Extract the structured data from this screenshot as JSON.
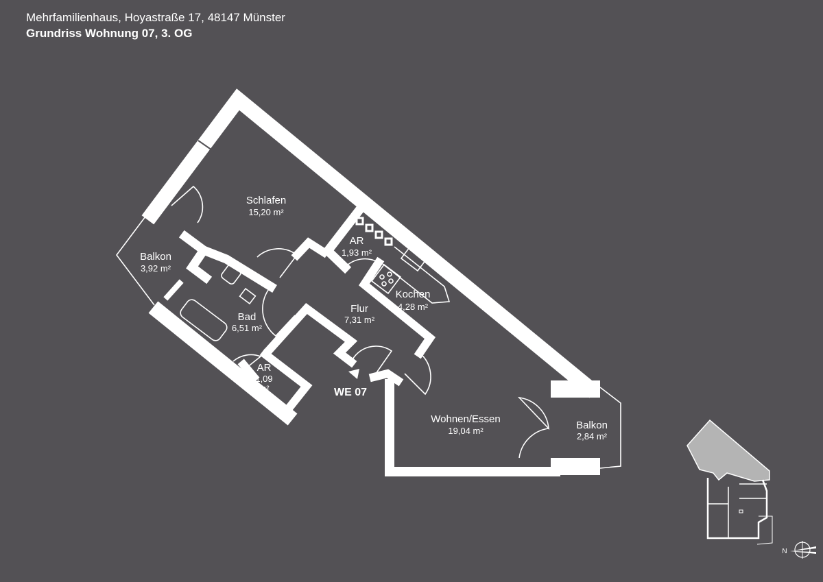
{
  "header": {
    "address": "Mehrfamilienhaus, Hoyastraße 17, 48147 Münster",
    "subtitle": "Grundriss Wohnung 07, 3. OG"
  },
  "rooms": [
    {
      "name": "Schlafen",
      "area": "15,20 m²"
    },
    {
      "name": "Balkon",
      "area": "3,92 m²"
    },
    {
      "name": "AR",
      "area": "1,93 m²"
    },
    {
      "name": "Kochen",
      "area": "4,28 m²"
    },
    {
      "name": "Bad",
      "area": "6,51 m²"
    },
    {
      "name": "Flur",
      "area": "7,31 m²"
    },
    {
      "name": "AR",
      "area": "1,09",
      "area_unit": "m²"
    },
    {
      "name": "Wohnen/Essen",
      "area": "19,04 m²"
    },
    {
      "name": "Balkon",
      "area": "2,84 m²"
    }
  ],
  "entrance_label": "WE 07",
  "compass": {
    "label": "N"
  },
  "colors": {
    "background": "#535155",
    "walls": "#ffffff",
    "highlight": "#b4b4b4"
  }
}
